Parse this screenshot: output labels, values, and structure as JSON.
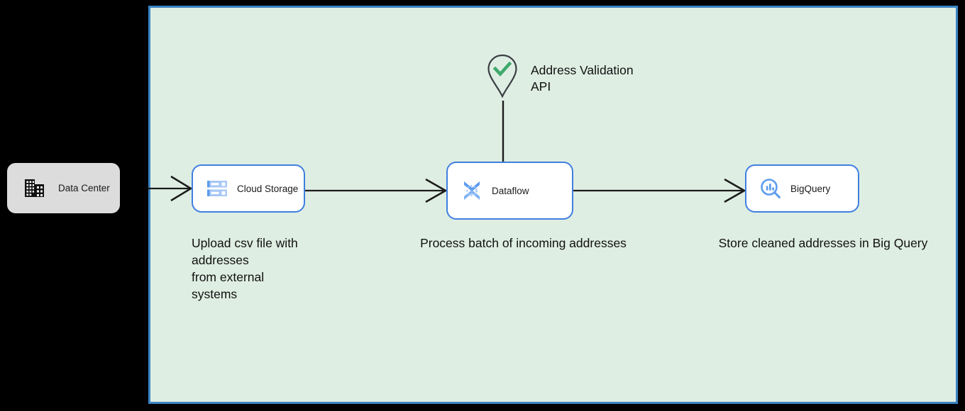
{
  "diagram": {
    "background_color": "#000000",
    "container": {
      "name": "cloud-region-container",
      "fill": "#dfeee3",
      "border_color": "#3b85c6"
    },
    "onprem": {
      "label": "Data Center",
      "icon": "data-center-icon",
      "fill": "#dcdcdc"
    },
    "nodes": [
      {
        "id": "cloud-storage",
        "label": "Cloud Storage",
        "icon": "cloud-storage-icon",
        "accent": "#5c9ced"
      },
      {
        "id": "dataflow",
        "label": "Dataflow",
        "icon": "dataflow-icon",
        "accent": "#5c9ced"
      },
      {
        "id": "bigquery",
        "label": "BigQuery",
        "icon": "bigquery-icon",
        "accent": "#5c9ced"
      }
    ],
    "external_service": {
      "label": "Address Validation\nAPI",
      "label_line1": "Address Validation",
      "label_line2": "API",
      "icon": "map-pin-check-icon",
      "check_color": "#3ea96b",
      "pin_color": "#3b3f45"
    },
    "captions": {
      "storage": "Upload csv file with addresses\nfrom external\nsystems",
      "storage_line1": "Upload csv file with addresses",
      "storage_line2": "from external",
      "storage_line3": "systems",
      "dataflow": "Process batch of incoming addresses",
      "bigquery": "Store cleaned addresses in Big Query"
    },
    "connectors": [
      {
        "name": "datacenter-to-cloud-storage",
        "style": "arrow"
      },
      {
        "name": "cloud-storage-to-dataflow",
        "style": "arrow"
      },
      {
        "name": "dataflow-to-bigquery",
        "style": "arrow"
      },
      {
        "name": "validation-api-to-dataflow",
        "style": "line"
      }
    ]
  }
}
